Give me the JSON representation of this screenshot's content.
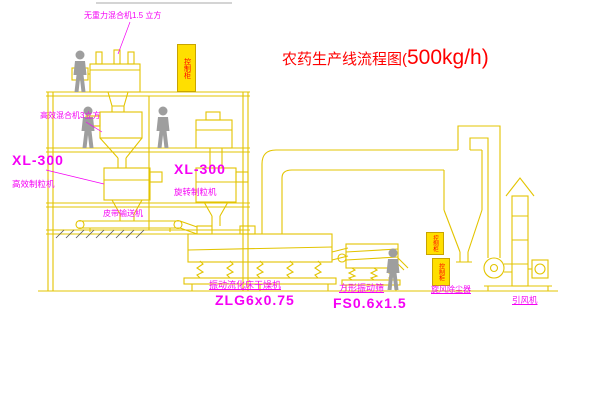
{
  "title": {
    "prefix": "农药生产线流程图(",
    "value": "500kg/h)"
  },
  "equipment": {
    "top_mixer": "无重力混合机1.5 立方",
    "second_mixer": "高效混合机3立方",
    "granulator_left_model": "XL-300",
    "granulator_left_name": "高效制粒机",
    "granulator_center_model": "XL-300",
    "granulator_center_name": "旋转制粒机",
    "belt_conveyor": "皮带输送机",
    "fluid_bed_dryer": "振动流化床干燥机",
    "fluid_bed_dryer_model": "ZLG6x0.75",
    "vibrating_screen": "方形振动筛",
    "vibrating_screen_model": "FS0.6x1.5",
    "cyclone": "旋风除尘器",
    "induced_fan": "引风机",
    "control_cabinet": "控制柜"
  },
  "colors": {
    "drawing_line": "#e3c400",
    "label_text": "#f500f5",
    "title_text": "#ff0000",
    "cabinet_fill": "#ffdf00",
    "cabinet_text": "#ff0000",
    "figure_gray": "#9e9e9e"
  }
}
